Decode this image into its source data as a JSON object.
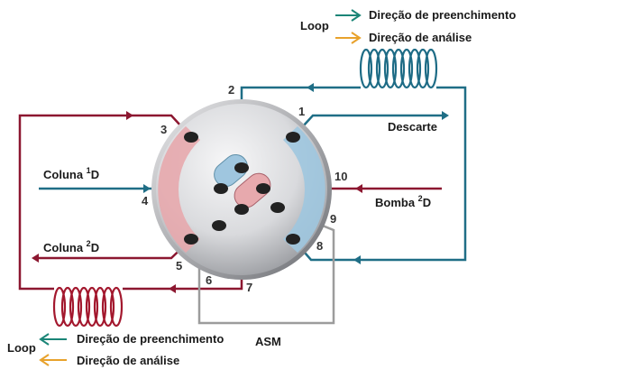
{
  "colors": {
    "teal": "#1f6e86",
    "red": "#8c1730",
    "gray": "#9c9c9c",
    "legend_fill_arrow": "#1b8577",
    "legend_analysis_arrow": "#e8a22c",
    "coil_teal": "#1e6c86",
    "coil_red": "#a3182e",
    "valve_body": "#d6d7db",
    "valve_blue_channel": "#9fc6df",
    "valve_red_channel": "#e7a9ad"
  },
  "legend_top": {
    "loop_label": "Loop",
    "fill_label": "Direção de preenchimento",
    "analysis_label": "Direção de análise"
  },
  "legend_bottom": {
    "loop_label": "Loop",
    "fill_label": "Direção de preenchimento",
    "analysis_label": "Direção de análise"
  },
  "labels": {
    "descarte": "Descarte",
    "coluna1d_main": "Coluna ",
    "coluna1d_sup": "1",
    "coluna1d_tail": "D",
    "coluna2d_main": "Coluna ",
    "coluna2d_sup": "2",
    "coluna2d_tail": "D",
    "bomba2d_main": "Bomba ",
    "bomba2d_sup": "2",
    "bomba2d_tail": "D",
    "asm": "ASM"
  },
  "ports": {
    "p1": "1",
    "p2": "2",
    "p3": "3",
    "p4": "4",
    "p5": "5",
    "p6": "6",
    "p7": "7",
    "p8": "8",
    "p9": "9",
    "p10": "10"
  },
  "icons": {
    "arrow": "arrow-icon",
    "coil": "coil-icon",
    "valve": "rotary-valve-icon"
  }
}
